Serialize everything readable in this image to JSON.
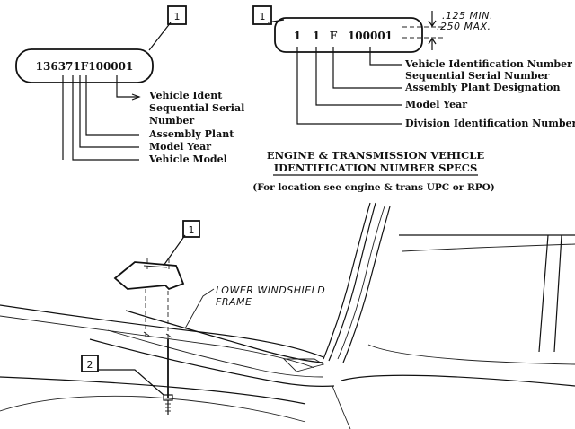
{
  "left_plate": {
    "callout_number": "1",
    "code_text": "136371F100001",
    "labels": [
      "Vehicle Ident",
      "Sequential Serial",
      "Number",
      "Assembly Plant",
      "Model Year",
      "Vehicle Model"
    ]
  },
  "right_plate": {
    "callout_number": "1",
    "code_text": "1 1 F 100001",
    "code_parts": [
      "1",
      "1",
      "F",
      "100001"
    ],
    "dimension_min": ".125 MIN.",
    "dimension_max": ".250 MAX.",
    "labels": [
      "Vehicle Identification Number",
      "Sequential Serial Number",
      "Assembly Plant Designation",
      "Model Year",
      "Division Identification Number"
    ]
  },
  "heading": {
    "line1": "ENGINE & TRANSMISSION VEHICLE",
    "line2": "IDENTIFICATION NUMBER SPECS",
    "note": "(For location see engine & trans UPC or RPO)"
  },
  "lower_view": {
    "part_callout": "1",
    "fastener_callout": "2",
    "frame_label_line1": "LOWER WINDSHIELD",
    "frame_label_line2": "FRAME"
  }
}
